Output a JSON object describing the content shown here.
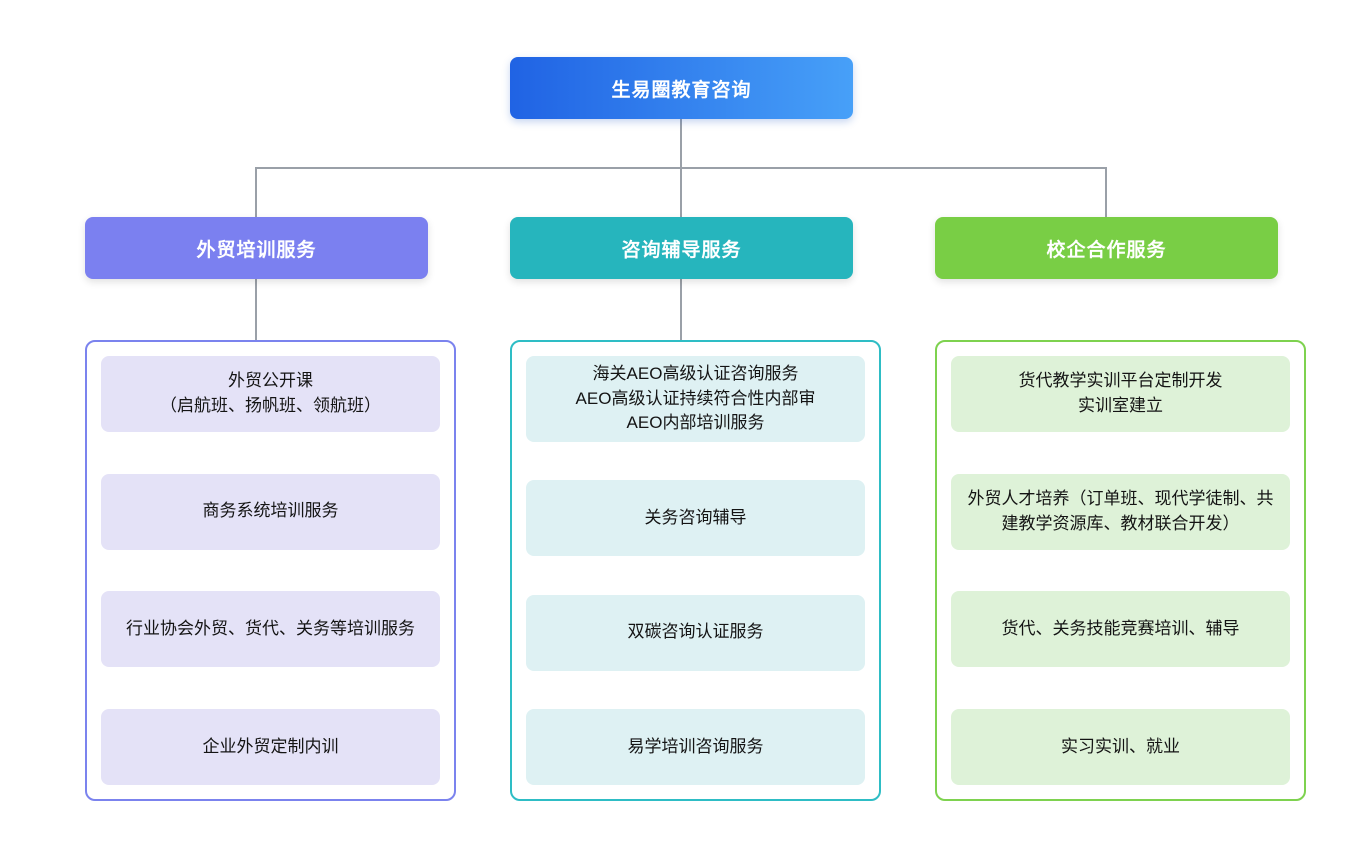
{
  "root": {
    "label": "生易圈教育咨询",
    "bg_from": "#2063e4",
    "bg_to": "#47a0f8"
  },
  "connector_color": "#9aa0a8",
  "branches": [
    {
      "label": "外贸培训服务",
      "header_color": "#7b80f0",
      "border_color": "#7b83ee",
      "item_bg": "#e4e2f7",
      "items": [
        "外贸公开课\n（启航班、扬帆班、领航班）",
        "商务系统培训服务",
        "行业协会外贸、货代、关务等培训服务",
        "企业外贸定制内训"
      ]
    },
    {
      "label": "咨询辅导服务",
      "header_color": "#26b5bd",
      "border_color": "#2ebdc5",
      "item_bg": "#def1f3",
      "items": [
        "海关AEO高级认证咨询服务\nAEO高级认证持续符合性内部审\nAEO内部培训服务",
        "关务咨询辅导",
        "双碳咨询认证服务",
        "易学培训咨询服务"
      ]
    },
    {
      "label": "校企合作服务",
      "header_color": "#79ce45",
      "border_color": "#7ed24f",
      "item_bg": "#def2d8",
      "items": [
        "货代教学实训平台定制开发\n实训室建立",
        "外贸人才培养（订单班、现代学徒制、共建教学资源库、教材联合开发）",
        "货代、关务技能竞赛培训、辅导",
        "实习实训、就业"
      ]
    }
  ]
}
